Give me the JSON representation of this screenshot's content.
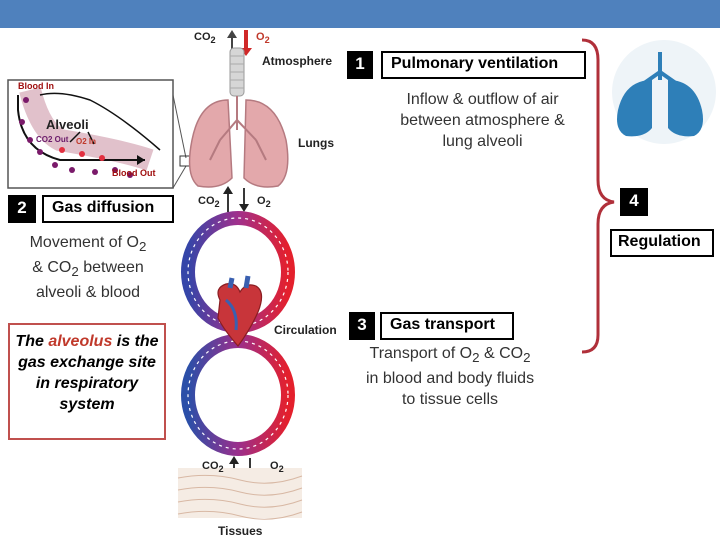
{
  "header": {
    "color": "#4f81bd"
  },
  "steps": {
    "s1": {
      "number": "1",
      "title": "Pulmonary ventilation",
      "desc_lines": [
        "Inflow & outflow of air",
        "between atmosphere &",
        "lung alveoli"
      ]
    },
    "s2": {
      "number": "2",
      "title": "Gas diffusion",
      "desc_lines": [
        "Movement of O",
        "2",
        " & CO",
        "2",
        " between",
        "alveoli & blood"
      ]
    },
    "s3": {
      "number": "3",
      "title": "Gas transport",
      "desc_lines": [
        "Transport of O",
        "2",
        " & CO",
        "2",
        "in blood and body fluids",
        "to tissue cells"
      ]
    },
    "s4": {
      "number": "4",
      "title": "Regulation"
    }
  },
  "callout": {
    "before": "The ",
    "highlight": "alveolus",
    "after": " is the gas exchange site in respiratory system"
  },
  "labels": {
    "atmosphere": "Atmosphere",
    "lungs": "Lungs",
    "circulation": "Circulation",
    "tissues": "Tissues",
    "co2": "CO",
    "co2_sub": "2",
    "o2": "O",
    "o2_sub": "2",
    "alveoli": "Alveoli",
    "blood_in": "Blood In",
    "blood_out": "Blood Out",
    "co2_out": "CO2 Out",
    "o2_in": "O2 In"
  },
  "colors": {
    "bracket": "#b0303a",
    "callout_border": "#c0504d",
    "highlight": "#c0392b",
    "lung_icon": "#2e7fb8",
    "blood_red": "#e0202a",
    "blood_blue": "#2b4fa8"
  }
}
